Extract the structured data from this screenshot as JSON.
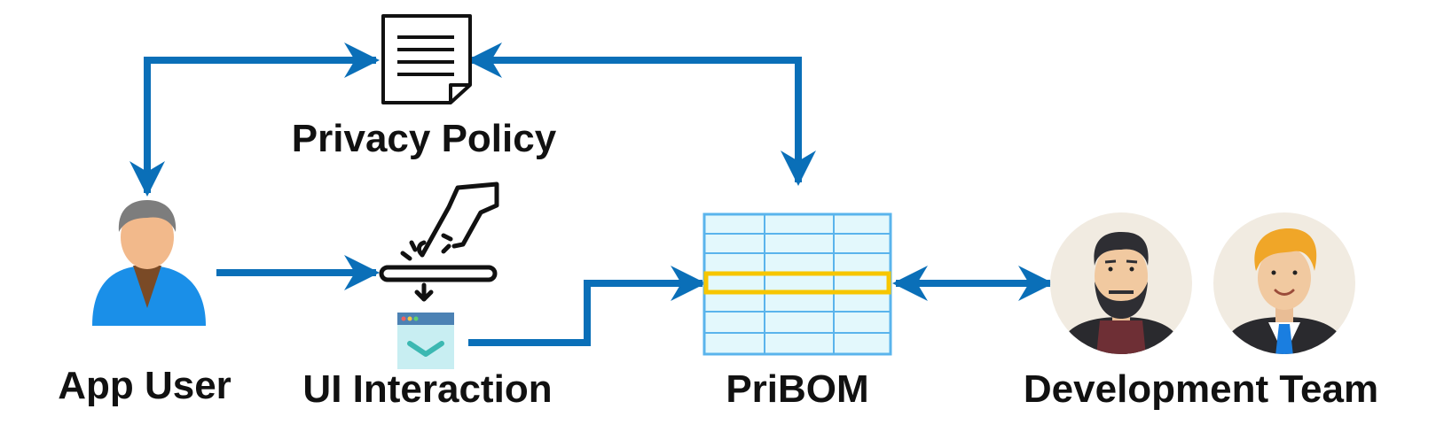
{
  "labels": {
    "privacy_policy": "Privacy Policy",
    "app_user": "App User",
    "ui_interaction": "UI Interaction",
    "pribom": "PriBOM",
    "development_team": "Development Team"
  },
  "colors": {
    "arrow": "#0a6fb8",
    "highlight_row": "#f7c600",
    "table_border": "#5ab4ec",
    "table_fill": "#e3f8fc",
    "user_body": "#1a8fe8",
    "user_skin": "#f2b98b",
    "user_hair": "#7d7d7d"
  },
  "icons": {
    "privacy_policy": "document-icon",
    "ui_interaction_touch": "touch-gesture-icon",
    "ui_interaction_window": "dropdown-window-icon",
    "app_user": "user-icon",
    "pribom": "table-icon",
    "developer_1": "bearded-developer-avatar",
    "developer_2": "blond-developer-avatar"
  }
}
